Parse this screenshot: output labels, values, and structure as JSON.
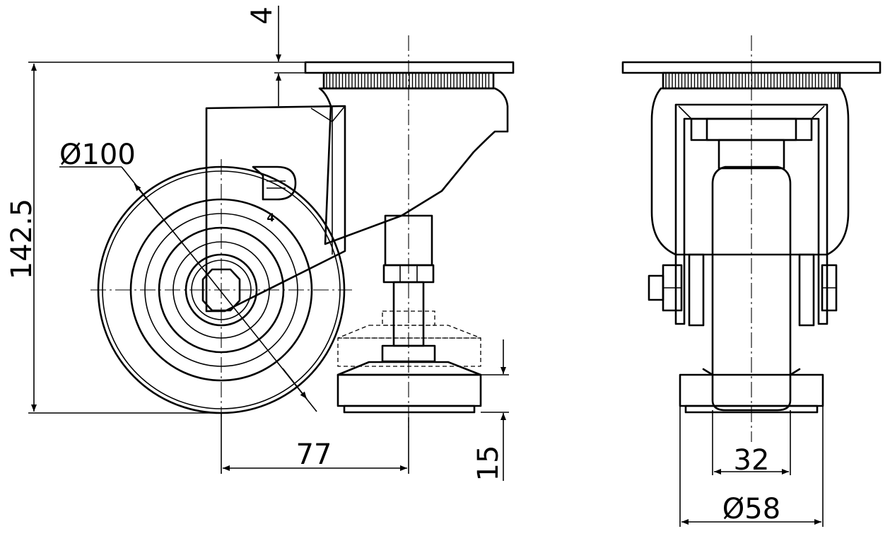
{
  "dimensions": {
    "top_offset": "4",
    "overall_height": "142.5",
    "wheel_diameter": "Ø100",
    "offset": "77",
    "foot_height": "15",
    "wheel_width": "32",
    "foot_diameter": "Ø58"
  },
  "marking": {
    "size_number": "4"
  },
  "colors": {
    "line": "#000000",
    "background": "#ffffff"
  }
}
